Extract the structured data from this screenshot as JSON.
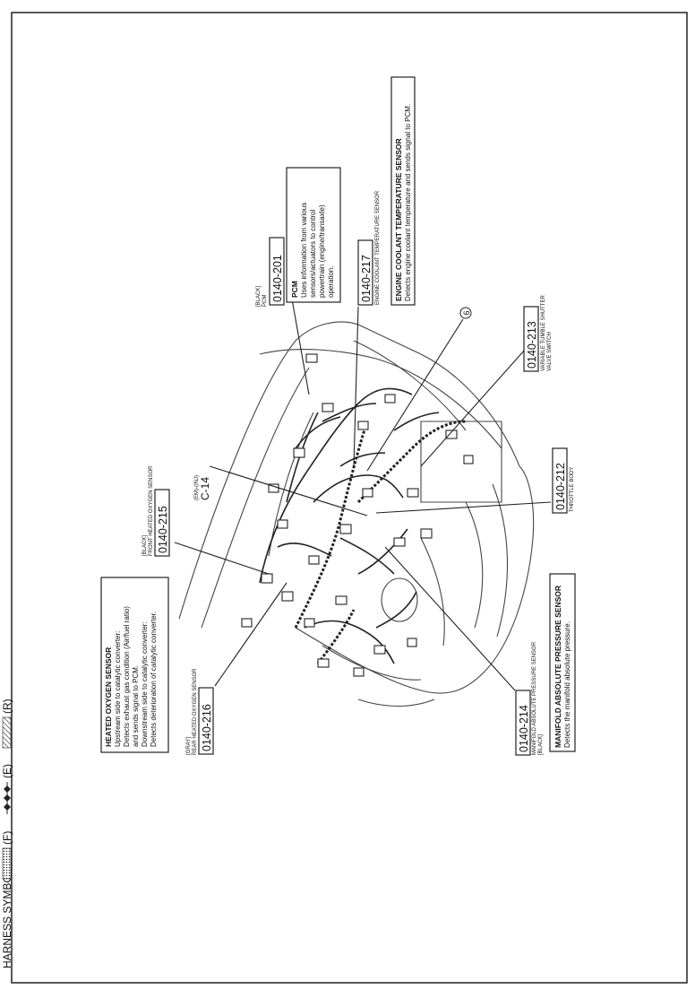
{
  "header": {
    "harness_symbol_label": "HARNESS SYMBOL :",
    "legend_f": "(F)",
    "legend_e": "(E)",
    "legend_r": "(R)"
  },
  "components": {
    "heated_oxygen_sensor_box": {
      "title": "HEATED OXYGEN SENSOR",
      "lines": [
        "Upstream side to catalytic converter:",
        "Detects exhaust gas condition (Air/fuel ratio)",
        "and sends signal to PCM.",
        "Downstream side to catalytic converter:",
        "Detects deterioration of catalytic converter."
      ]
    },
    "c0140_216": {
      "color": "[GRAY]",
      "name": "REAR HEATED OXYGEN SENSOR",
      "code": "0140-216"
    },
    "c0140_215": {
      "color": "[BLACK]",
      "name": "FRONT HEATED OXYGEN SENSOR",
      "code": "0140-215"
    },
    "c_14": {
      "tag": "(EM)-(INJ)",
      "code": "C-14"
    },
    "c0140_214": {
      "code": "0140-214",
      "name": "MANIFOLD ABSOLUTE PRESSURE SENSOR",
      "color": "[BLACK]"
    },
    "map_sensor_box": {
      "title": "MANIFOLD ABSOLUTE PRESSURE SENSOR",
      "lines": [
        "Detects the manifold absolute pressure."
      ]
    },
    "c0140_212": {
      "code": "0140-212",
      "name": "THROTTLE BODY"
    },
    "c0140_213": {
      "code": "0140-213",
      "name_line1": "VARIABLE TUMBLE SHUTTER",
      "name_line2": "VALVE SWITCH"
    },
    "c0140_217": {
      "code": "0140-217",
      "name": "ENGINE COOLANT TEMPERATURE SENSOR"
    },
    "ect_box": {
      "title": "ENGINE COOLANT TEMPERATURE SENSOR",
      "lines": [
        "Detects engine coolant temperature and sends signal to PCM."
      ]
    },
    "c0140_201": {
      "color": "[BLACK]",
      "name": "PCM",
      "code": "0140-201"
    },
    "pcm_box": {
      "title": "PCM",
      "lines": [
        "Uses information from various",
        "sensors/actuators to control",
        "powertrain (engine/transaxle)",
        "operation."
      ]
    },
    "ground_marker": "6"
  },
  "colors": {
    "ink": "#111111",
    "paper": "#ffffff"
  }
}
